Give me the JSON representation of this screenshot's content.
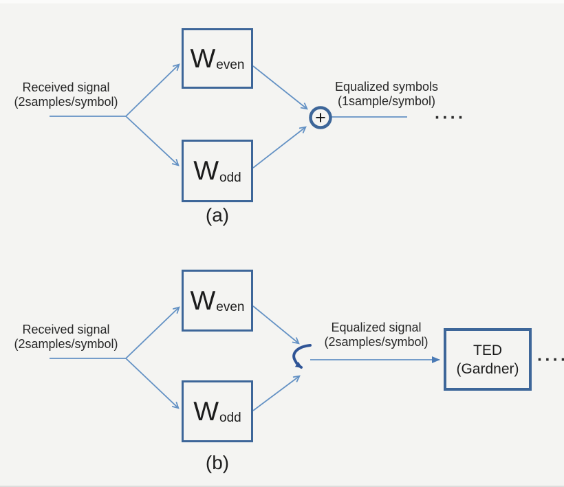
{
  "colors": {
    "background": "#f4f4f2",
    "box_border": "#3d6699",
    "connector": "#6391c4",
    "switch_dark": "#2f5496",
    "text": "#262626"
  },
  "diagram_a": {
    "caption": "(a)",
    "input_label": {
      "line1": "Received signal",
      "line2": "(2samples/symbol)"
    },
    "block_even": {
      "main": "W",
      "sub": "even"
    },
    "block_odd": {
      "main": "W",
      "sub": "odd"
    },
    "adder_symbol": "+",
    "output_label": {
      "line1": "Equalized symbols",
      "line2": "(1sample/symbol)"
    },
    "dots": "····"
  },
  "diagram_b": {
    "caption": "(b)",
    "input_label": {
      "line1": "Received signal",
      "line2": "(2samples/symbol)"
    },
    "block_even": {
      "main": "W",
      "sub": "even"
    },
    "block_odd": {
      "main": "W",
      "sub": "odd"
    },
    "output_label": {
      "line1": "Equalized signal",
      "line2": "(2samples/symbol)"
    },
    "ted_block": {
      "line1": "TED",
      "line2": "(Gardner)"
    },
    "dots": "····"
  }
}
